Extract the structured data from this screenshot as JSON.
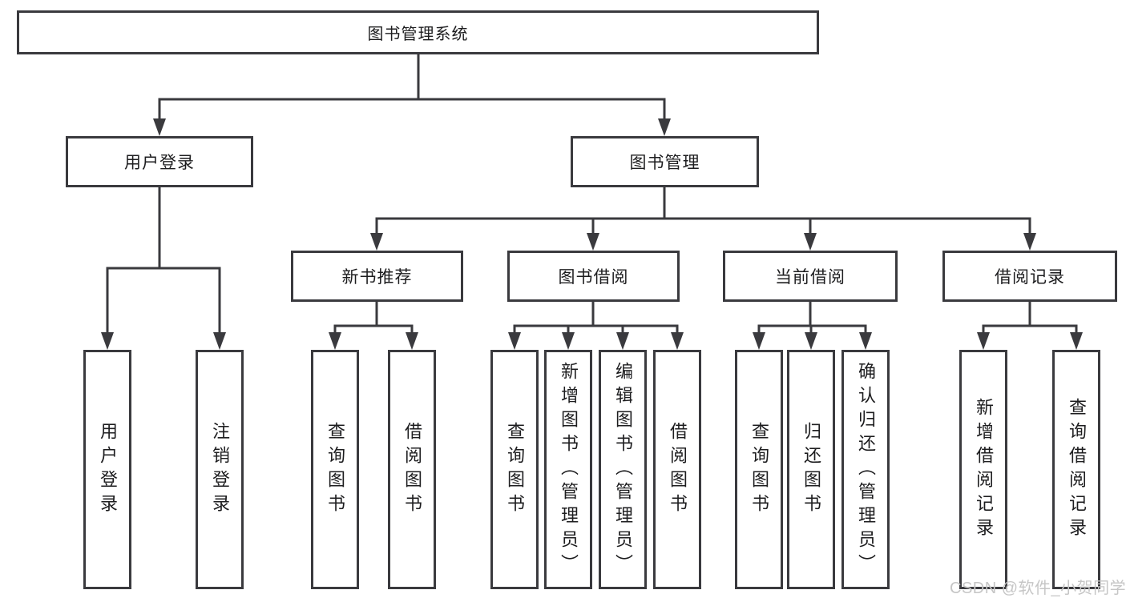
{
  "nodes": {
    "root": {
      "label": "图书管理系统"
    },
    "user_login": {
      "label": "用户登录",
      "children": [
        "用户登录",
        "注销登录"
      ]
    },
    "book_mgmt": {
      "label": "图书管理"
    },
    "new_book": {
      "label": "新书推荐",
      "children": [
        "查询图书",
        "借阅图书"
      ]
    },
    "book_borrow": {
      "label": "图书借阅",
      "children": [
        "查询图书",
        "新增图书（管理员）",
        "编辑图书（管理员）",
        "借阅图书"
      ]
    },
    "current_borrow": {
      "label": "当前借阅",
      "children": [
        "查询图书",
        "归还图书",
        "确认归还（管理员）"
      ]
    },
    "borrow_records": {
      "label": "借阅记录",
      "children": [
        "新增借阅记录",
        "查询借阅记录"
      ]
    }
  },
  "colors": {
    "line": "#3a3a3e",
    "text": "#1d1d1f",
    "watermark": "#c6c6c6",
    "background": "#ffffff"
  },
  "watermark": {
    "text": "CSDN @软件_小贺同学"
  }
}
